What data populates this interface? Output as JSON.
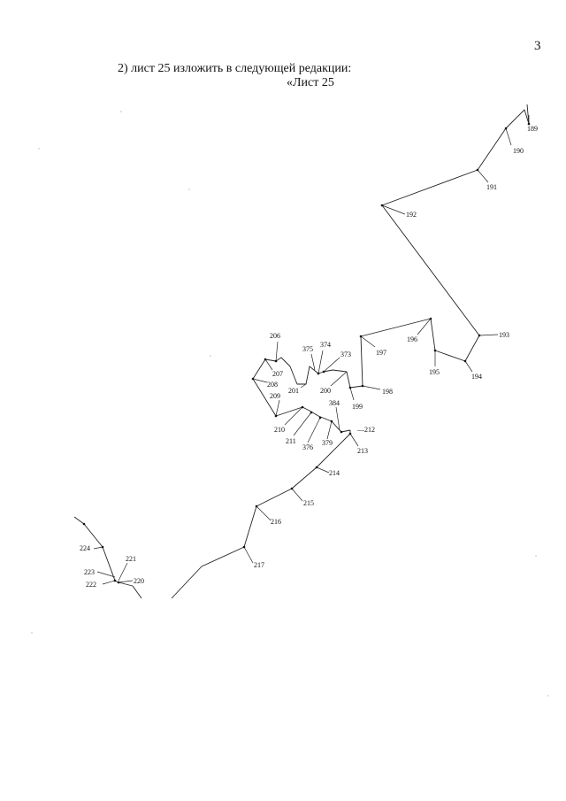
{
  "document": {
    "page_number": "3",
    "intro_text": "2) лист 25 изложить в следующей редакции:",
    "sheet_title": "«Лист 25"
  },
  "boundary_points": {
    "p189": "189",
    "p190": "190",
    "p191": "191",
    "p192": "192",
    "p193": "193",
    "p194": "194",
    "p195": "195",
    "p196": "196",
    "p197": "197",
    "p198": "198",
    "p199": "199",
    "p200": "200",
    "p201": "201",
    "p206": "206",
    "p207": "207",
    "p208": "208",
    "p209": "209",
    "p210": "210",
    "p211": "211",
    "p212": "—212",
    "p213": "213",
    "p214": "214",
    "p215": "215",
    "p216": "216",
    "p217": "217",
    "p220": "220",
    "p221": "221",
    "p222": "222",
    "p223": "223",
    "p224": "224",
    "p373": "373",
    "p374": "374",
    "p375": "375",
    "p376": "376",
    "p379": "379",
    "p384": "384"
  }
}
